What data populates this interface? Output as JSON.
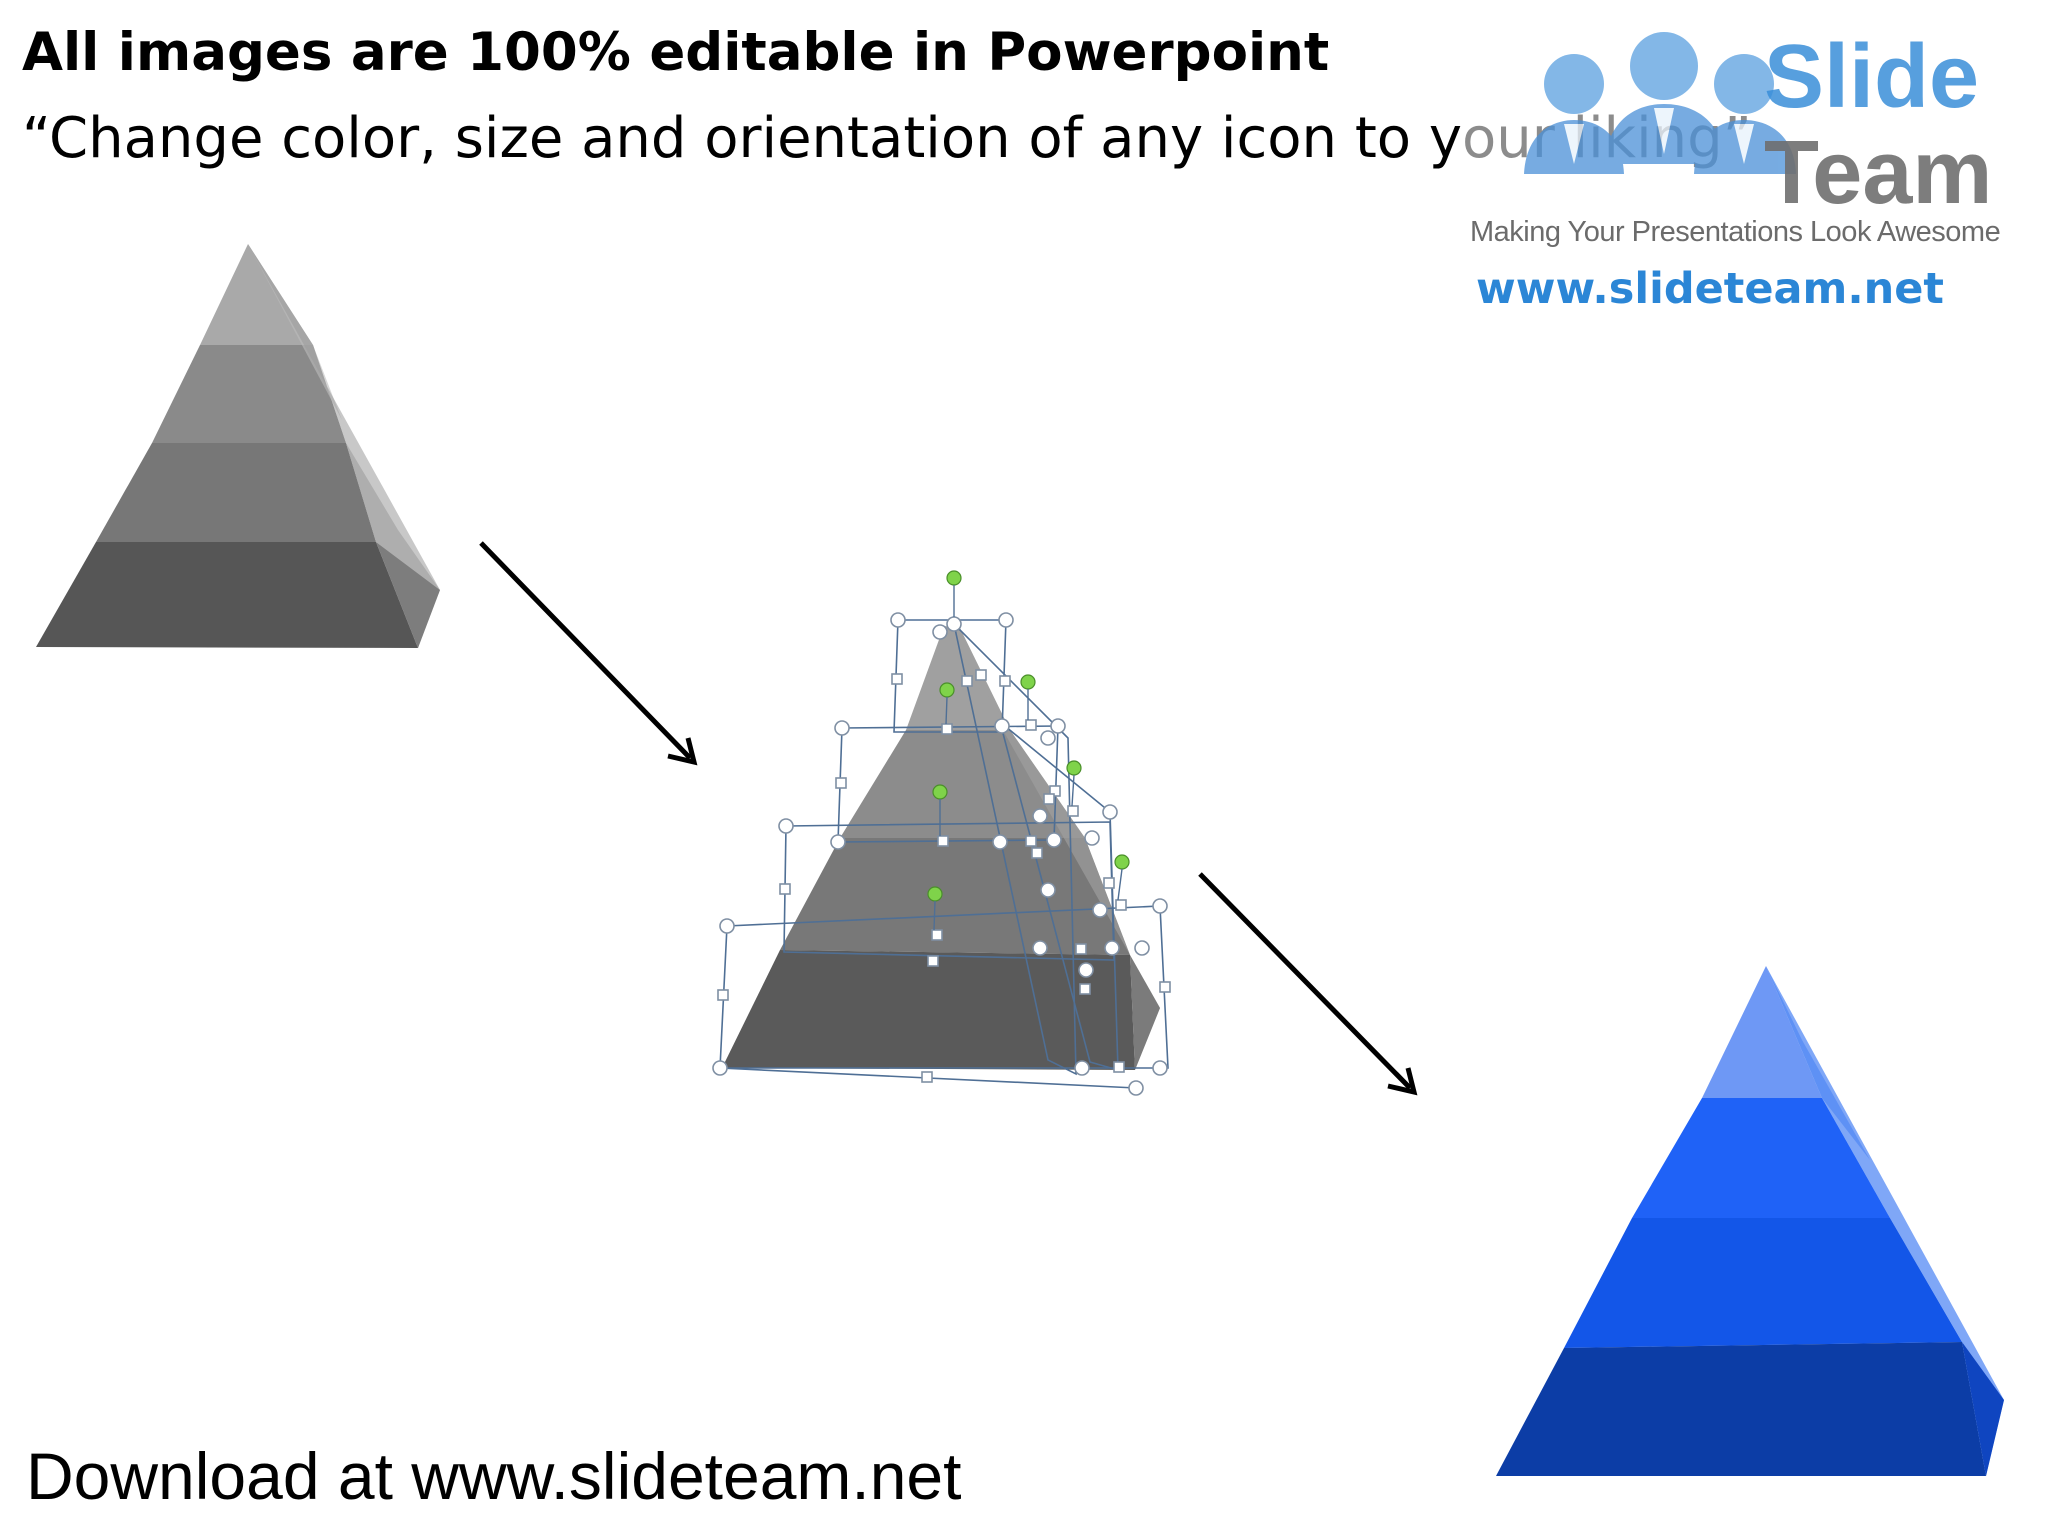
{
  "header": {
    "title": "All images are 100% editable in Powerpoint",
    "subtitle": "“Change color, size and orientation of any icon to your liking”"
  },
  "footer": {
    "download_text": "Download at www.slideteam.net"
  },
  "logo": {
    "word1": "Slide",
    "word2": "Team",
    "tagline": "Making Your Presentations Look Awesome",
    "url": "www.slideteam.net"
  },
  "colors": {
    "gray_pyramid": "#6b6b6b",
    "blue_pyramid": "#0d4fd6",
    "selection_handle": "#7fd34a",
    "logo_blue": "#3a8fd9",
    "logo_gray": "#6f6f6f"
  }
}
